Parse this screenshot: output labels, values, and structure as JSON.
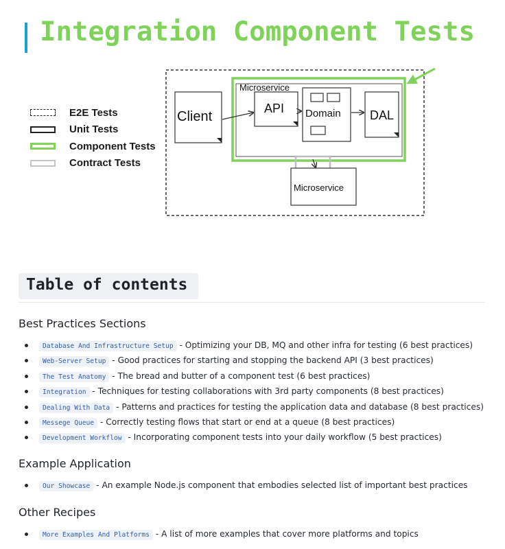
{
  "header": {
    "title": "Integration Component Tests"
  },
  "legend": {
    "items": [
      {
        "label": "E2E Tests",
        "style": "dashed",
        "color": "#222222"
      },
      {
        "label": "Unit Tests",
        "style": "solid",
        "color": "#222222"
      },
      {
        "label": "Component Tests",
        "style": "solid",
        "color": "#7fd35a"
      },
      {
        "label": "Contract Tests",
        "style": "solid",
        "color": "#c4c4c4"
      }
    ]
  },
  "diagram": {
    "microservice_label": "Microservice",
    "client_label": "Client",
    "api_label": "API",
    "domain_label": "Domain",
    "dal_label": "DAL",
    "external_label": "Microservice"
  },
  "toc": {
    "title": "Table of contents"
  },
  "sections": [
    {
      "heading": "Best Practices Sections",
      "items": [
        {
          "link": "Database And Infrastructure Setup",
          "desc": " - Optimizing your DB, MQ and other infra for testing (6 best practices)"
        },
        {
          "link": "Web-Server Setup",
          "desc": " - Good practices for starting and stopping the backend API (3 best practices)"
        },
        {
          "link": "The Test Anatomy",
          "desc": " - The bread and butter of a component test (6 best practices)"
        },
        {
          "link": "Integration",
          "desc": " - Techniques for testing collaborations with 3rd party components (8 best practices)"
        },
        {
          "link": "Dealing With Data",
          "desc": " - Patterns and practices for testing the application data and database (8 best practices)"
        },
        {
          "link": "Messege Queue",
          "desc": " - Correctly testing flows that start or end at a queue (8 best practices)"
        },
        {
          "link": "Development Workflow",
          "desc": " - Incorporating component tests into your daily workflow (5 best practices)"
        }
      ]
    },
    {
      "heading": "Example Application",
      "items": [
        {
          "link": "Our Showcase",
          "desc": " - An example Node.js component that embodies selected list of important best practices"
        }
      ]
    },
    {
      "heading": "Other Recipes",
      "items": [
        {
          "link": "More Examples And Platforms",
          "desc": " - A list of more examples that cover more platforms and topics"
        }
      ]
    }
  ],
  "colors": {
    "accent_bar": "#1aa1d8",
    "title_green": "#7fd35a",
    "link_blue": "#2f5faa"
  }
}
